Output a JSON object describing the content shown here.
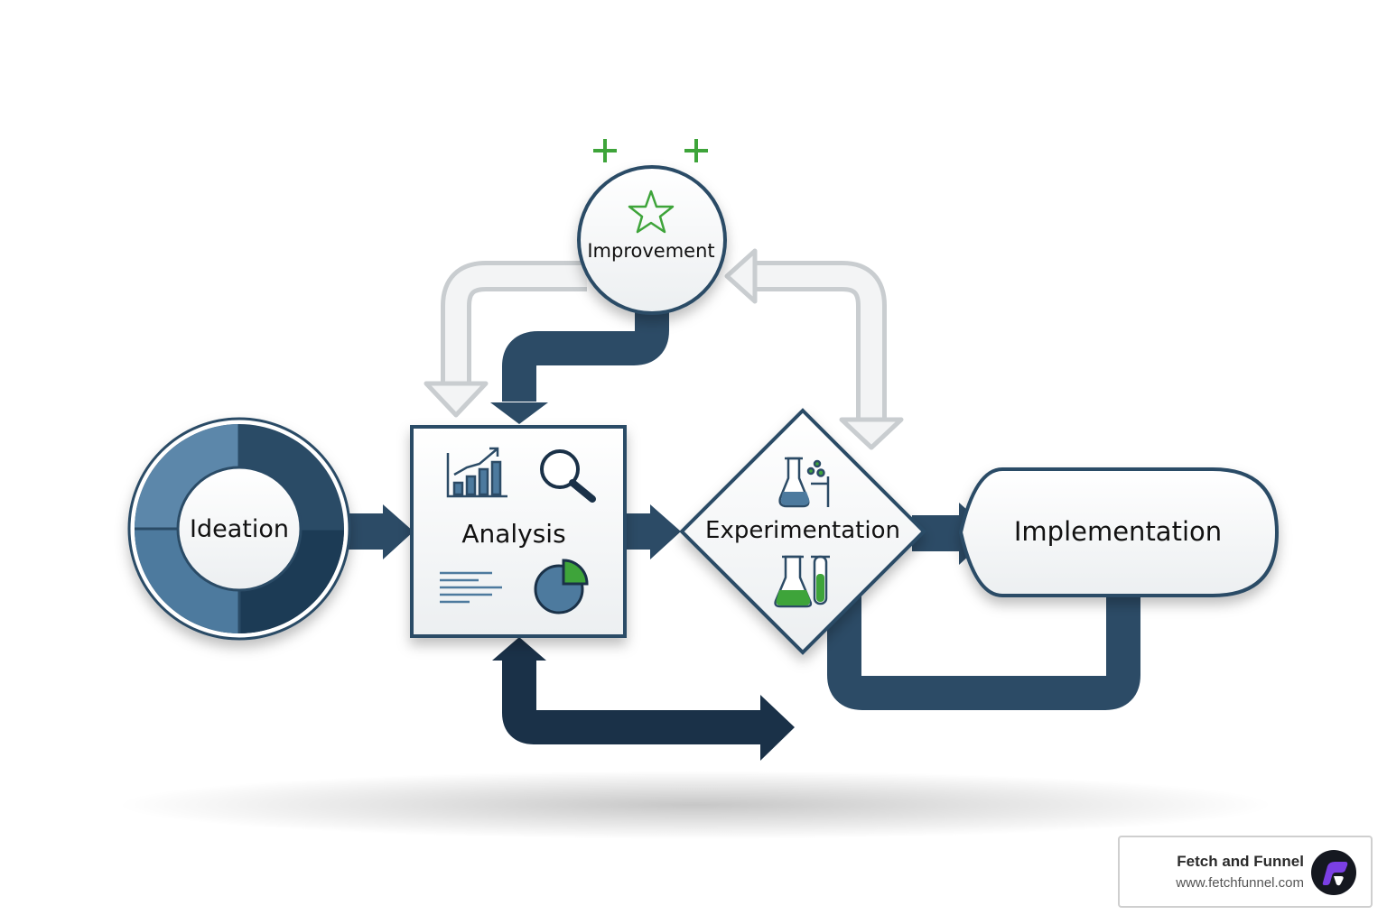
{
  "diagram": {
    "nodes": {
      "ideation": {
        "label": "Ideation"
      },
      "analysis": {
        "label": "Analysis"
      },
      "experimentation": {
        "label": "Experimentation"
      },
      "implementation": {
        "label": "Implementation"
      },
      "improvement": {
        "label": "Improvement"
      }
    }
  },
  "colors": {
    "primary_navy": "#2c4b66",
    "dark_navy": "#1a3148",
    "steel_blue": "#5b87aa",
    "accent_green": "#3ea43a",
    "feedback_gray": "#e2e5e7"
  },
  "branding": {
    "name": "Fetch and Funnel",
    "url": "www.fetchfunnel.com"
  }
}
